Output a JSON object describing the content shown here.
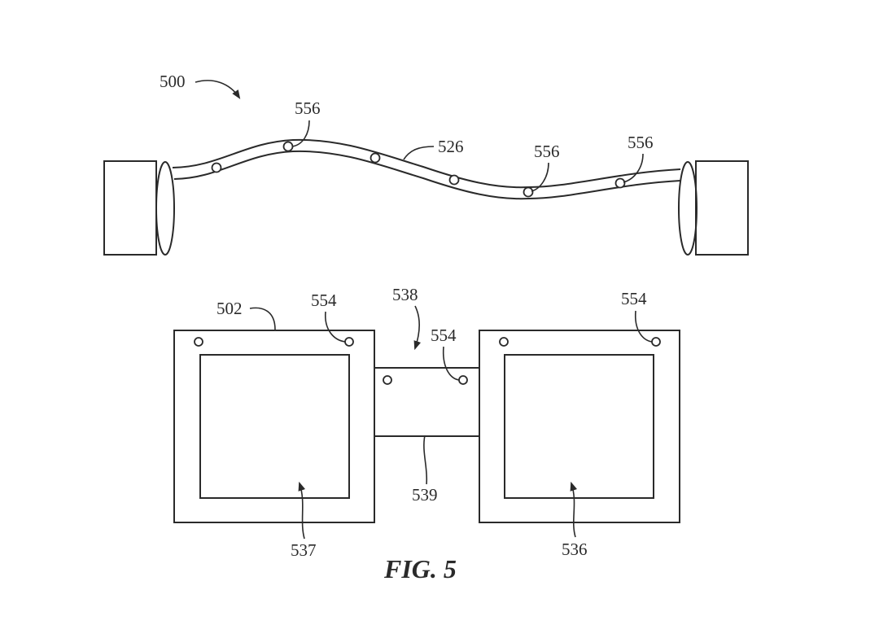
{
  "figure": {
    "caption": "FIG. 5",
    "top_view": {
      "assembly_ref": "500",
      "band_ref": "526",
      "sensor_refs": [
        "556",
        "556",
        "556"
      ]
    },
    "bottom_view": {
      "frame_ref": "502",
      "bridge_ref": "538",
      "bridge_lower_ref": "539",
      "left_lens_ref": "537",
      "right_lens_ref": "536",
      "sensor_refs": [
        "554",
        "554",
        "554"
      ]
    }
  }
}
